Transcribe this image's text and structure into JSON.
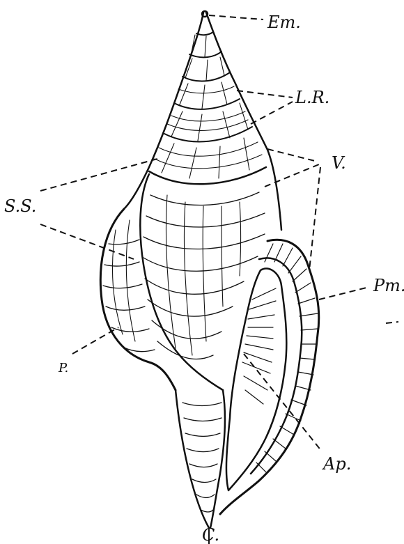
{
  "labels": {
    "em": "Em.",
    "lr": "L.R.",
    "v": "V.",
    "ss": "S.S.",
    "pm": "Pm.",
    "p": "P.",
    "ap": "Ap.",
    "c": "C."
  }
}
